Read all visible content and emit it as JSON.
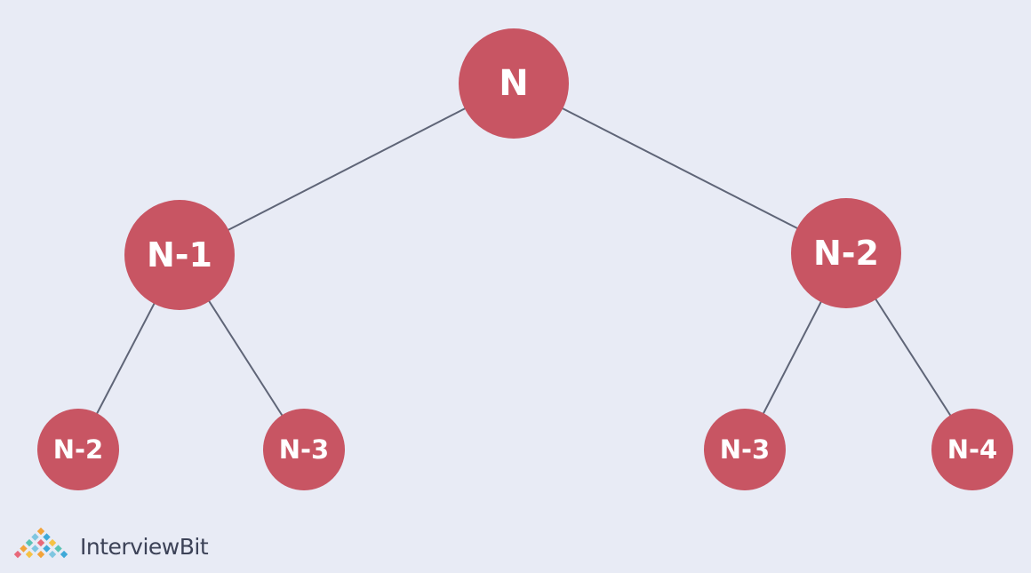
{
  "tree": {
    "nodes": [
      {
        "id": "n0",
        "label": "N",
        "level": 0
      },
      {
        "id": "n1",
        "label": "N-1",
        "level": 1
      },
      {
        "id": "n2",
        "label": "N-2",
        "level": 1
      },
      {
        "id": "n3",
        "label": "N-2",
        "level": 2
      },
      {
        "id": "n4",
        "label": "N-3",
        "level": 2
      },
      {
        "id": "n5",
        "label": "N-3",
        "level": 2
      },
      {
        "id": "n6",
        "label": "N-4",
        "level": 2
      }
    ],
    "edges": [
      {
        "from": "n0",
        "to": "n1"
      },
      {
        "from": "n0",
        "to": "n2"
      },
      {
        "from": "n1",
        "to": "n3"
      },
      {
        "from": "n1",
        "to": "n4"
      },
      {
        "from": "n2",
        "to": "n5"
      },
      {
        "from": "n2",
        "to": "n6"
      }
    ]
  },
  "colors": {
    "background": "#e8ebf5",
    "node_fill": "#c85563",
    "edge_stroke": "#5f6577",
    "label_text": "#ffffff"
  },
  "brand": {
    "name": "InterviewBit",
    "logo_icon": "interviewbit-logo-icon"
  }
}
